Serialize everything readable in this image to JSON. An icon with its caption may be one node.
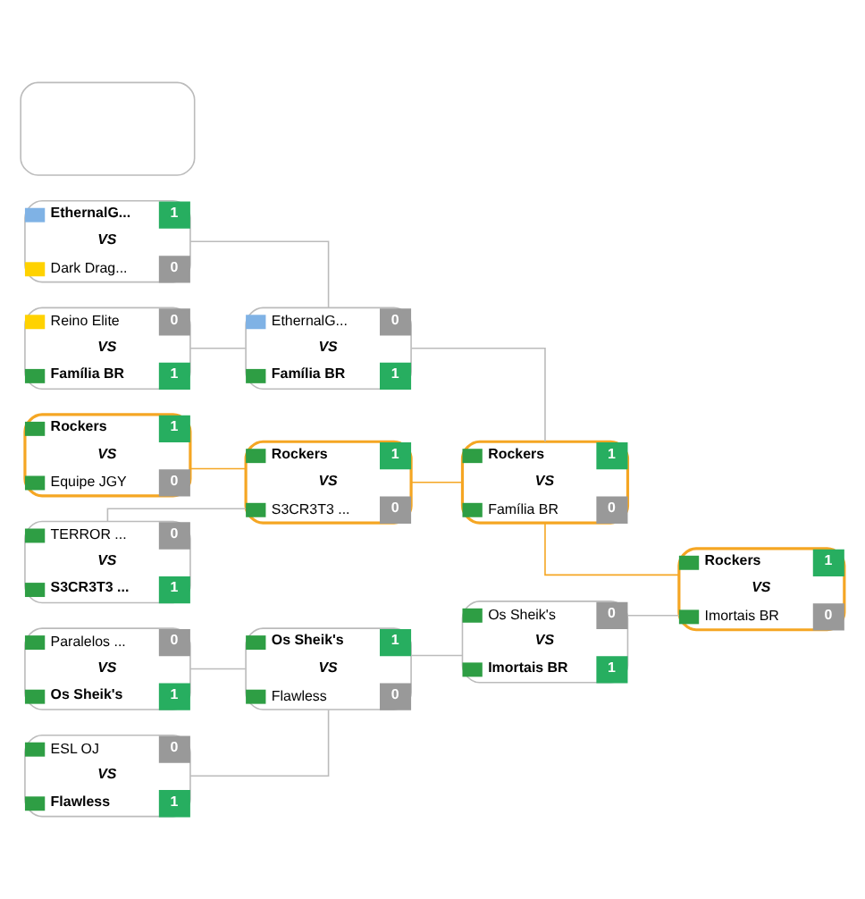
{
  "diagram": {
    "nodes": [
      {
        "text": [
          "Rockers",
          "1",
          "VS",
          "Equipe JGY",
          "0"
        ]
      },
      {
        "text": [
          "TERROR ...",
          "0",
          "VS",
          "S3CR3T3 ...",
          "1"
        ]
      },
      {
        "text": [
          "EthernalG...",
          "1",
          "VS",
          "Dark Drag...",
          "0"
        ]
      },
      {
        "text": [
          "Reino Elite",
          "0",
          "VS",
          "Família BR",
          "1"
        ]
      },
      {
        "text": [
          "Paralelos ...",
          "0",
          "VS",
          "Os Sheik's",
          "1"
        ]
      },
      {
        "text": [
          "ESL OJ",
          "0",
          "VS",
          "Flawless",
          "1"
        ]
      },
      {
        "text": [],
        "shape": "box"
      },
      {
        "text": [
          "Rockers",
          "1",
          "VS",
          "S3CR3T3 ...",
          "0"
        ]
      },
      {
        "text": [
          "EthernalG...",
          "0",
          "VS",
          "Família BR",
          "1"
        ]
      },
      {
        "text": [
          "Os Sheik's",
          "1",
          "VS",
          "Flawless",
          "0"
        ]
      },
      {
        "text": [
          "Rockers",
          "1",
          "VS",
          "Família BR",
          "0"
        ]
      },
      {
        "text": [
          "Os Sheik's",
          "0",
          "VS",
          "Imortais BR",
          "1"
        ]
      },
      {
        "text": [
          "Rockers",
          "1",
          "VS",
          "Imortais BR",
          "0"
        ]
      }
    ],
    "edges": [
      {
        "from": 0,
        "to": 7,
        "arrow": "none",
        "color": "#f5a623"
      },
      {
        "from": 1,
        "to": 7,
        "arrow": "none"
      },
      {
        "from": 2,
        "to": 8,
        "arrow": "none"
      },
      {
        "from": 3,
        "to": 8,
        "arrow": "none"
      },
      {
        "from": 4,
        "to": 9,
        "arrow": "none"
      },
      {
        "from": 5,
        "to": 9,
        "arrow": "none"
      },
      {
        "from": 7,
        "to": 10,
        "arrow": "none",
        "color": "#f5a623"
      },
      {
        "from": 8,
        "to": 10,
        "arrow": "none"
      },
      {
        "from": 9,
        "to": 11,
        "arrow": "none"
      },
      {
        "from": 10,
        "to": 12,
        "arrow": "none",
        "color": "#f5a623"
      },
      {
        "from": 11,
        "to": 12,
        "arrow": "none"
      }
    ]
  }
}
